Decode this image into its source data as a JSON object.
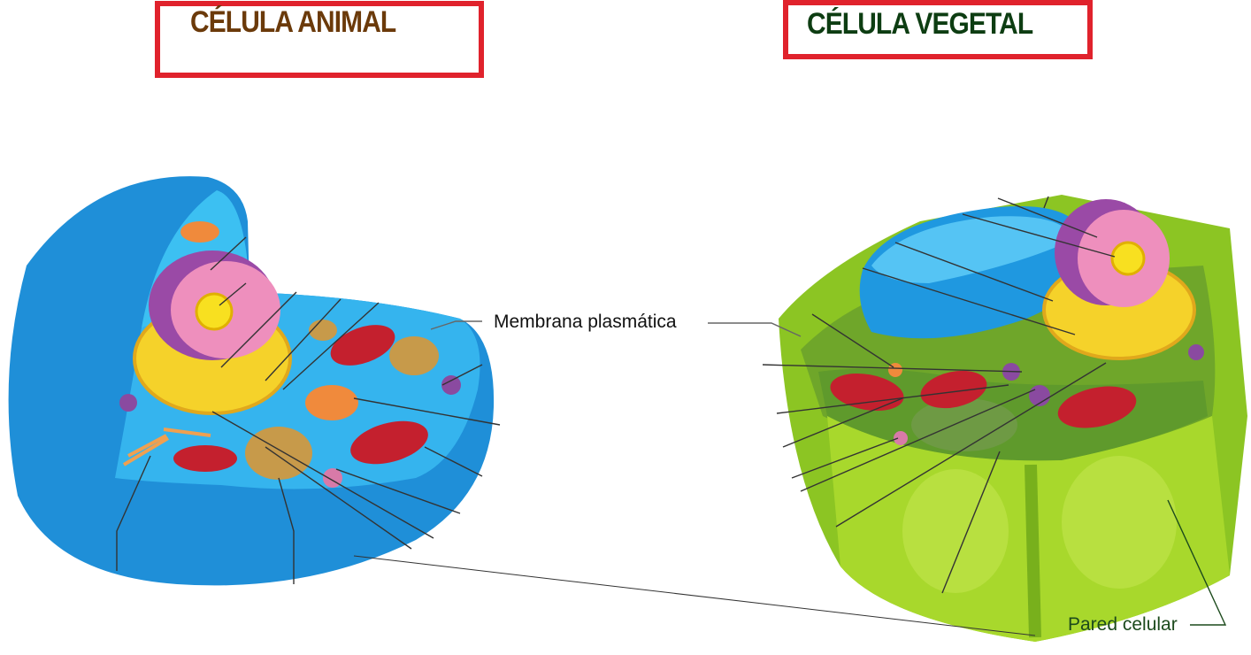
{
  "titles": {
    "animal": "CÉLULA ANIMAL",
    "vegetal": "CÉLULA VEGETAL"
  },
  "labels": {
    "membrana": "Membrana plasmática",
    "pared": "Pared celular"
  },
  "colors": {
    "box_border": "#e0222c",
    "animal_title": "#6b3a0a",
    "vegetal_title": "#0d3d12",
    "animal_cytoplasm": "#2aa6e6",
    "plant_wall": "#9ad12a",
    "pared_label": "#1c4a1c"
  }
}
